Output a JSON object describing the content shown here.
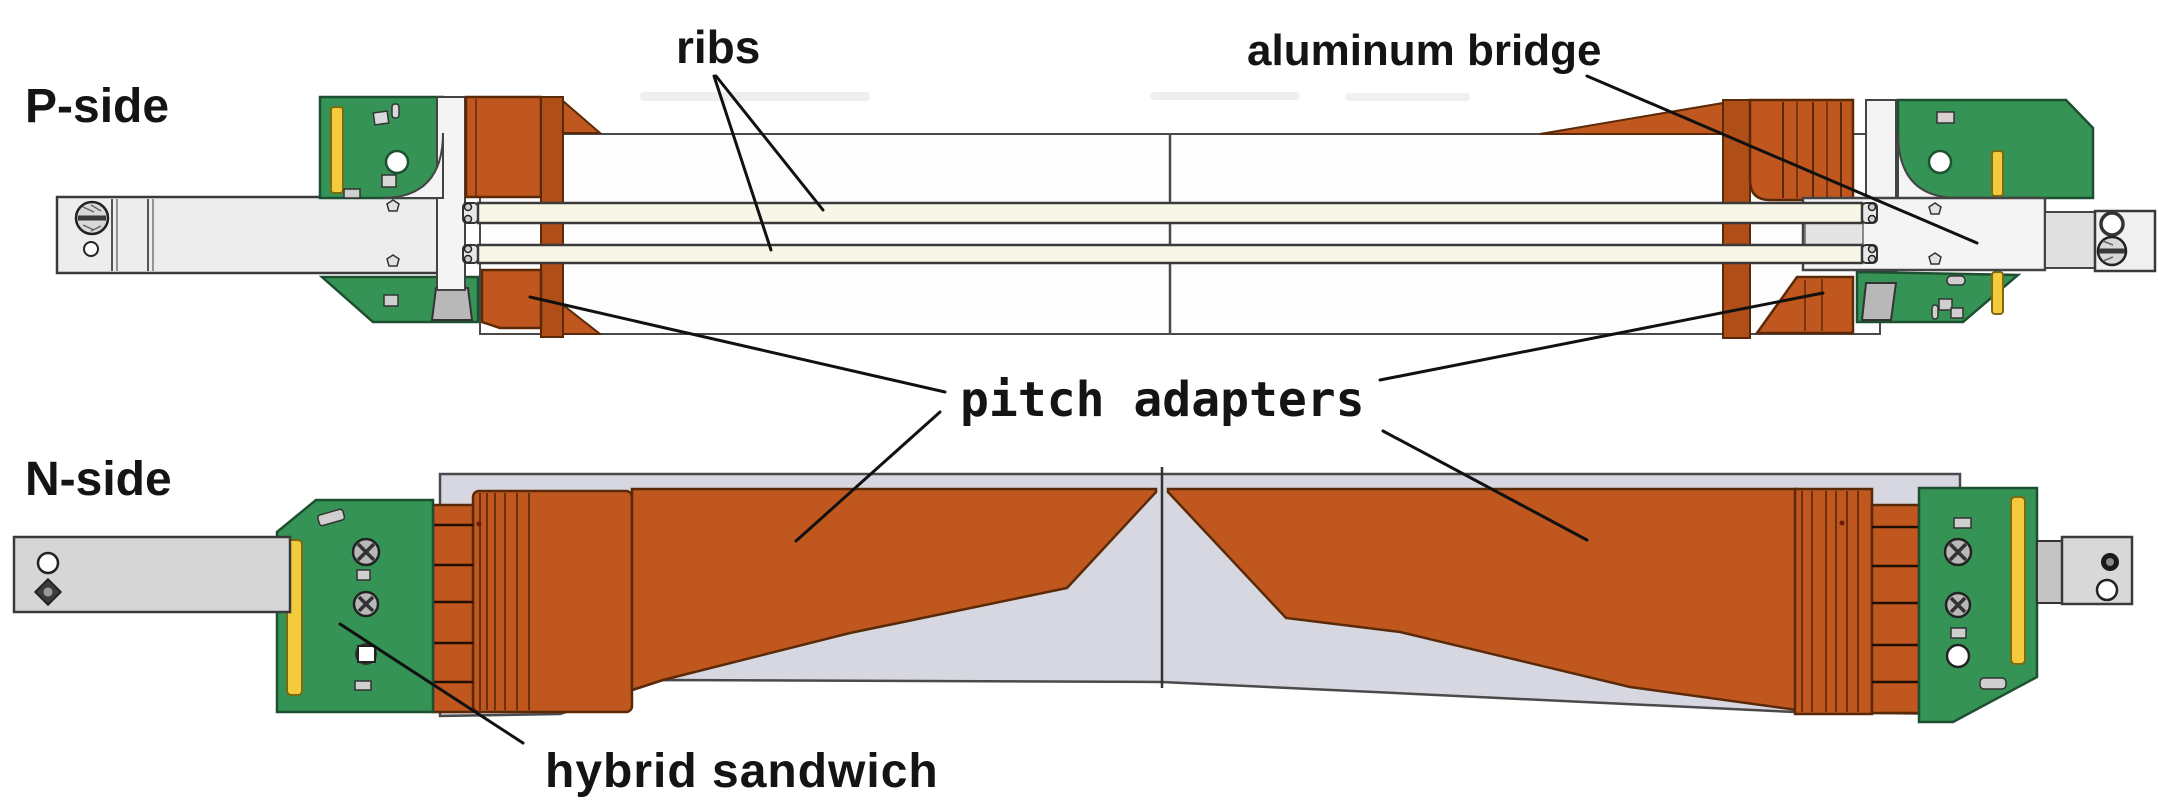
{
  "labels": {
    "p_side": "P-side",
    "n_side": "N-side",
    "ribs": "ribs",
    "aluminum_bridge": "aluminum bridge",
    "pitch_adapters": "pitch adapters",
    "hybrid_sandwich": "hybrid sandwich"
  },
  "colors": {
    "pcb_green": "#359455",
    "kapton_orange": "#c0571e",
    "kapton_orange_dark": "#b04e18",
    "connector_yellow": "#f3cb3d",
    "silicon_lavender": "#d6d7e0",
    "sensor_white": "#fdfdfd",
    "rib_cream": "#f8f6e6",
    "metal_gray": "#ededed",
    "outline": "#3a3a3a",
    "label_text": "#141414",
    "background": "#ffffff"
  }
}
